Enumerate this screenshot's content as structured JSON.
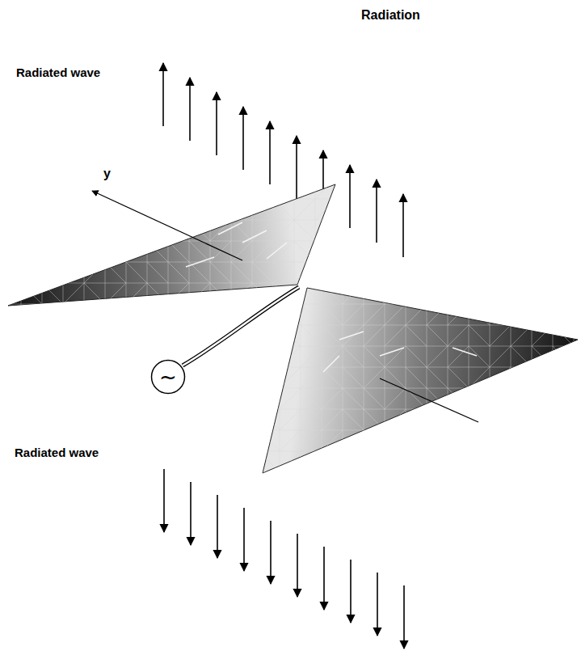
{
  "diagram": {
    "nodes": [
      {
        "text": [
          "~"
        ]
      }
    ],
    "labels": [
      "Radiation",
      "Radiated wave",
      "y",
      "Radiated wave"
    ]
  }
}
